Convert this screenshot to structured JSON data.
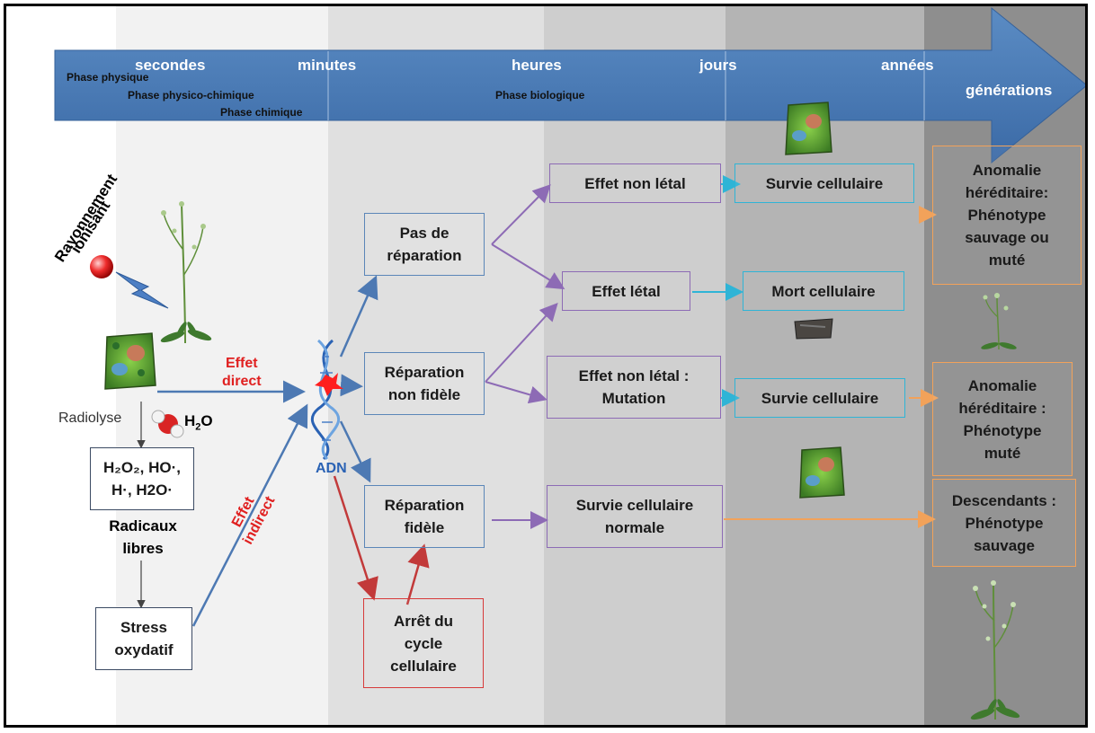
{
  "timeline": {
    "secondes": "secondes",
    "minutes": "minutes",
    "heures": "heures",
    "jours": "jours",
    "annees": "années",
    "generations": "générations",
    "phase_physique": "Phase physique",
    "phase_physico_chimique": "Phase physico-chimique",
    "phase_chimique": "Phase chimique",
    "phase_biologique": "Phase biologique"
  },
  "left": {
    "rayonnement": "Rayonnement",
    "ionisant": "ionisant",
    "radiolyse": "Radiolyse",
    "h2o": "H",
    "h2o_sub": "2",
    "h2o_o": "O",
    "radicaux_line1": "H₂O₂, HO·,",
    "radicaux_line2": "H·, H2O·",
    "radicaux_libres_1": "Radicaux",
    "radicaux_libres_2": "libres",
    "stress_1": "Stress",
    "stress_2": "oxydatif",
    "effet_direct_1": "Effet",
    "effet_direct_2": "direct",
    "effet_indirect_1": "Effet",
    "effet_indirect_2": "indirect",
    "adn": "ADN"
  },
  "boxes": {
    "pas_reparation_1": "Pas de",
    "pas_reparation_2": "réparation",
    "rep_non_fidele_1": "Réparation",
    "rep_non_fidele_2": "non fidèle",
    "rep_fidele_1": "Réparation",
    "rep_fidele_2": "fidèle",
    "arret_1": "Arrêt du",
    "arret_2": "cycle",
    "arret_3": "cellulaire",
    "effet_non_letal": "Effet non létal",
    "effet_letal": "Effet létal",
    "effet_mutation_1": "Effet non létal :",
    "effet_mutation_2": "Mutation",
    "survie_normale_1": "Survie cellulaire",
    "survie_normale_2": "normale",
    "survie_1": "Survie cellulaire",
    "mort": "Mort cellulaire",
    "survie_2": "Survie cellulaire",
    "anomalie1_1": "Anomalie",
    "anomalie1_2": "héréditaire:",
    "anomalie1_3": "Phénotype",
    "anomalie1_4": "sauvage ou",
    "anomalie1_5": "muté",
    "anomalie2_1": "Anomalie",
    "anomalie2_2": "héréditaire :",
    "anomalie2_3": "Phénotype",
    "anomalie2_4": "muté",
    "descendants_1": "Descendants :",
    "descendants_2": "Phénotype",
    "descendants_3": "sauvage"
  },
  "colors": {
    "arrow_blue": "#4d79b3",
    "effect_red": "#e02020",
    "purple": "#8d6bb5",
    "cyan": "#2fb4d6",
    "orange": "#f2a25a"
  }
}
